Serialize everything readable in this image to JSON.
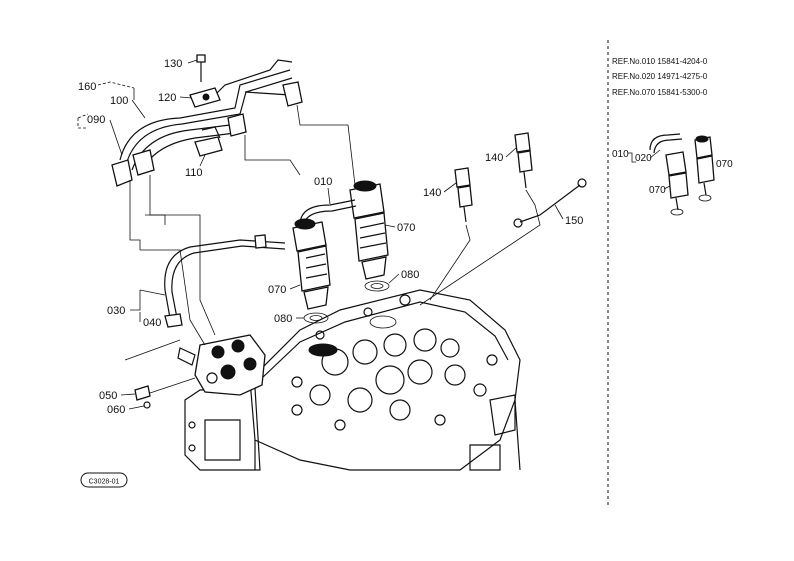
{
  "part_labels": {
    "p130": "130",
    "p160": "160",
    "p100": "100",
    "p120": "120",
    "p090": "090",
    "p110": "110",
    "p010": "010",
    "p070a": "070",
    "p070b": "070",
    "p080a": "080",
    "p080b": "080",
    "p030": "030",
    "p040": "040",
    "p050": "050",
    "p060": "060",
    "p140a": "140",
    "p140b": "140",
    "p150": "150"
  },
  "references": [
    {
      "text": "REF.No.010 15841-4204-0"
    },
    {
      "text": "REF.No.020 14971-4275-0"
    },
    {
      "text": "REF.No.070 15841-5300-0"
    }
  ],
  "inset_labels": {
    "i010": "010",
    "i020": "020",
    "i070a": "070",
    "i070b": "070"
  },
  "drawing_code": "C3028-01"
}
